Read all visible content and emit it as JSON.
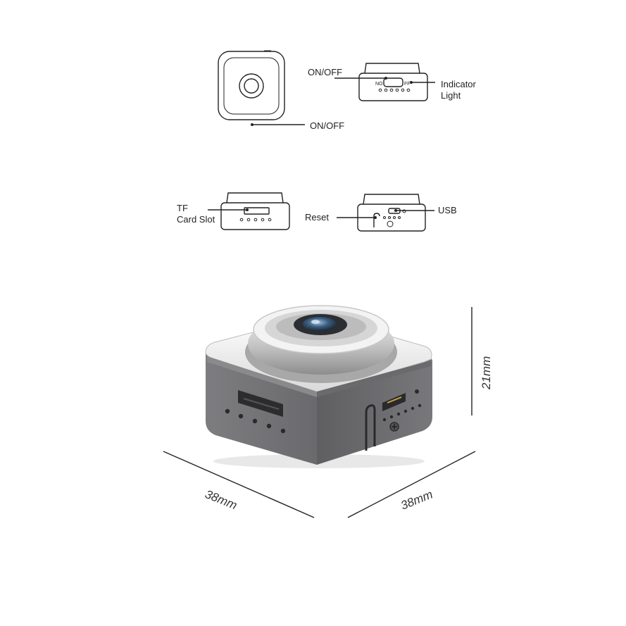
{
  "labels": {
    "front_on_off": "ON/OFF",
    "side_on_off": "ON/OFF",
    "indicator_light_1": "Indicator",
    "indicator_light_2": "Light",
    "tf_1": "TF",
    "tf_2": "Card Slot",
    "reset": "Reset",
    "usb": "USB",
    "switch_on": "NO",
    "switch_off": "FF"
  },
  "dimensions": {
    "width": "38mm",
    "depth": "38mm",
    "height": "21mm"
  },
  "colors": {
    "line": "#222222",
    "body": "#6f6f72",
    "body_dark": "#4a4a4d",
    "top_plate": "#f2f2f2",
    "lens_ring": "#dcdcdc",
    "lens_glass": "#5a7fa0"
  }
}
